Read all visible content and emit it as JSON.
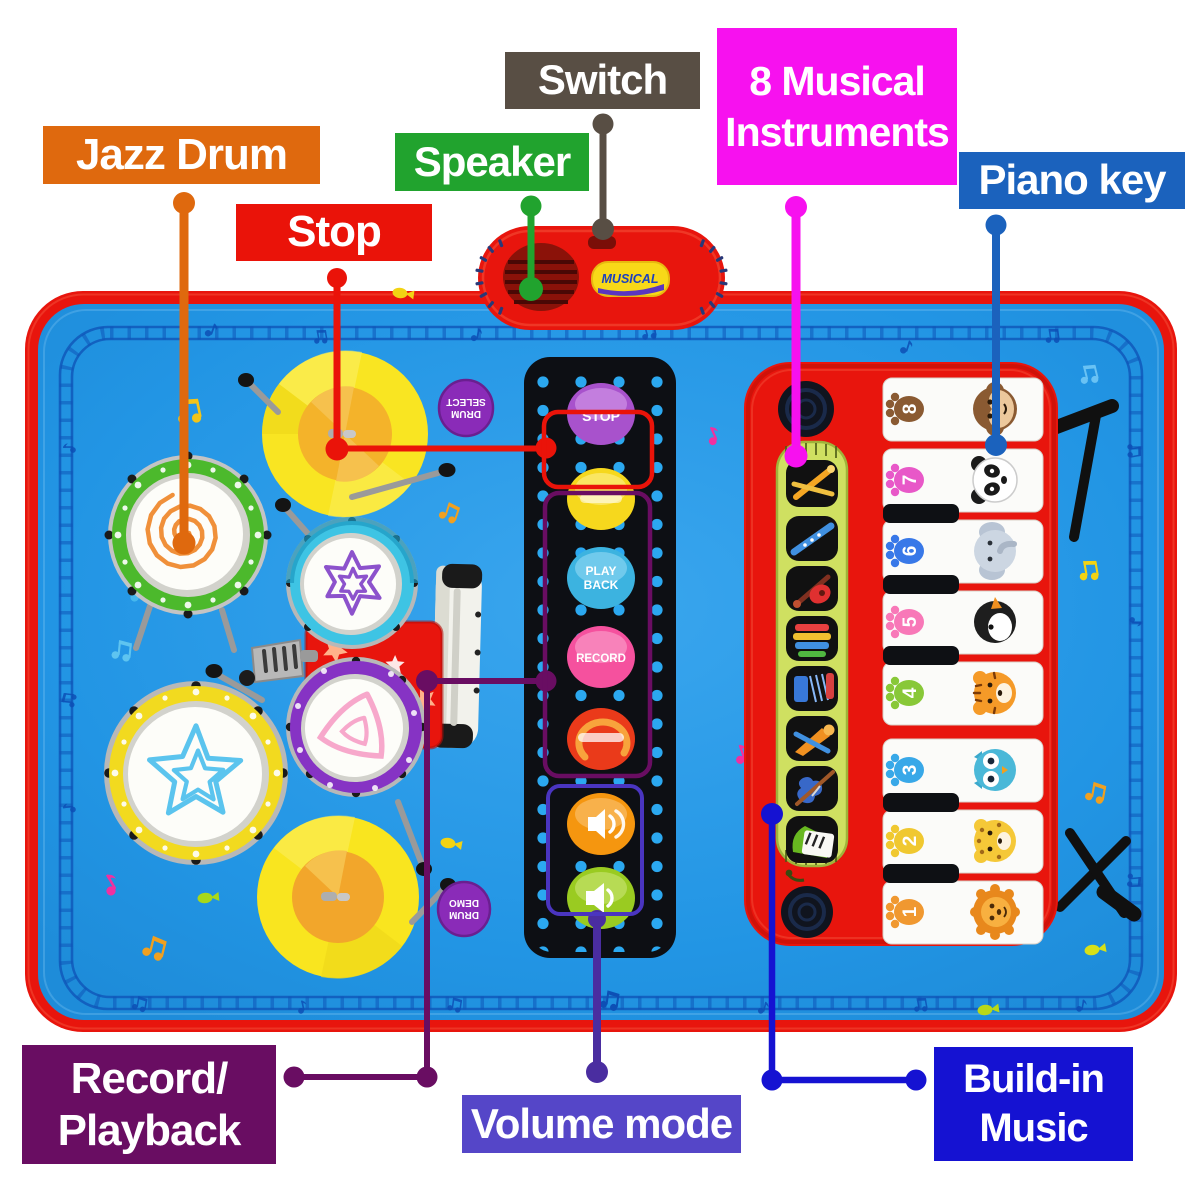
{
  "page": {
    "background": "#ffffff",
    "type": "annotated product diagram of a kids 2-in-1 musical drum and piano play mat"
  },
  "callouts": {
    "jazz_drum": {
      "label": "Jazz Drum",
      "color": "#df690e"
    },
    "stop": {
      "label": "Stop",
      "color": "#ea1309"
    },
    "speaker": {
      "label": "Speaker",
      "color": "#21a32e"
    },
    "switch": {
      "label": "Switch",
      "color": "#584e44"
    },
    "instruments": {
      "label": "8 Musical\nInstruments",
      "color": "#f711ef"
    },
    "piano_key": {
      "label": "Piano key",
      "color": "#1b62bd"
    },
    "record_playback": {
      "label": "Record/\nPlayback",
      "color": "#690d62"
    },
    "volume_mode": {
      "label": "Volume mode",
      "color": "#5546c8",
      "line_color": "#4a2da0"
    },
    "build_in_music": {
      "label": "Build-in\nMusic",
      "color": "#1512d2"
    }
  },
  "mat": {
    "border_color": "#e8150d",
    "surface_color": "#2295e4",
    "track_color": "#0f55b8",
    "speaker_unit": {
      "logo": "MUSICAL"
    },
    "control_panel": {
      "color": "#0d0f14",
      "buttons": [
        {
          "label": "STOP",
          "color": "#a852cc"
        },
        {
          "label": "",
          "color": "#f6d81d"
        },
        {
          "label": "PLAY BACK",
          "lines": [
            "PLAY",
            "BACK"
          ],
          "color": "#3cb3e0"
        },
        {
          "label": "RECORD",
          "color": "#f5519e"
        },
        {
          "label": "",
          "color": "#ea3a1a"
        },
        {
          "icon": "speaker-icon",
          "color": "#f5960f"
        },
        {
          "icon": "megaphone-icon",
          "color": "#9acb21"
        }
      ]
    },
    "drum_zone": {
      "badge_select_lines": [
        "DRUM",
        "SELECT"
      ],
      "badge_demo_lines": [
        "DRUM",
        "DEMO"
      ]
    },
    "piano": {
      "keys": [
        {
          "number": "8",
          "animal": "monkey",
          "number_color": "#8a5a32"
        },
        {
          "number": "7",
          "animal": "panda",
          "number_color": "#e858c8"
        },
        {
          "number": "6",
          "animal": "elephant",
          "number_color": "#3878e8"
        },
        {
          "number": "5",
          "animal": "puffin",
          "number_color": "#f878b8"
        },
        {
          "number": "4",
          "animal": "tiger",
          "number_color": "#88c838"
        },
        {
          "number": "3",
          "animal": "owl",
          "number_color": "#38a8e8"
        },
        {
          "number": "2",
          "animal": "leopard",
          "number_color": "#f0c830"
        },
        {
          "number": "1",
          "animal": "lion",
          "number_color": "#f09830"
        }
      ],
      "instrument_icons": [
        "drumsticks",
        "flute",
        "guitar",
        "xylophone",
        "accordion",
        "trumpet",
        "violin",
        "piano"
      ]
    }
  }
}
